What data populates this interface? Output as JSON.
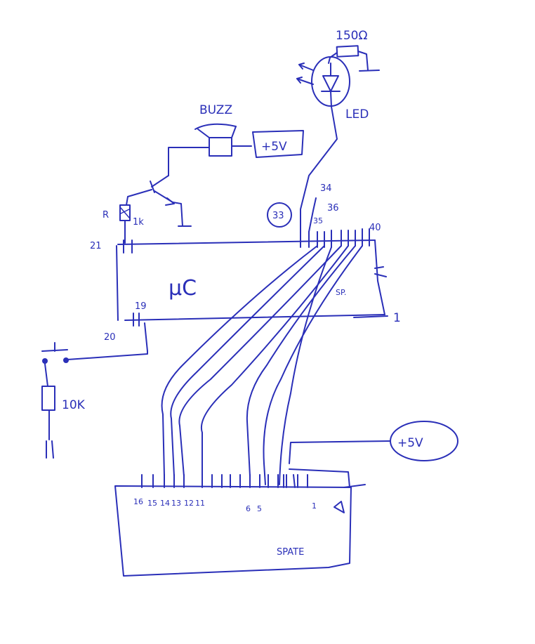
{
  "components": {
    "resistor_led": {
      "label": "150Ω"
    },
    "led": {
      "label": "LED"
    },
    "buzzer": {
      "label": "BUZZ"
    },
    "supply_top": {
      "label": "+5V"
    },
    "base_resistor": {
      "prefix": "R",
      "value": "1k"
    },
    "mcu": {
      "label": "μC"
    },
    "pull_down": {
      "label": "10K"
    },
    "supply_bottom": {
      "label": "+5V"
    },
    "spate": {
      "label": "SPATE"
    },
    "crystal_note": {
      "label": "SP."
    }
  },
  "mcu_pins": {
    "p21": "21",
    "p19": "19",
    "p20": "20",
    "p33": "33",
    "p34": "34",
    "p35": "35",
    "p36": "36",
    "p40": "40",
    "p1": "1"
  },
  "spate_pins": [
    "16",
    "15",
    "14",
    "13",
    "12",
    "11",
    "6",
    "5",
    "1"
  ],
  "colors": {
    "ink": "#2a2fb8",
    "paper": "#ffffff"
  }
}
